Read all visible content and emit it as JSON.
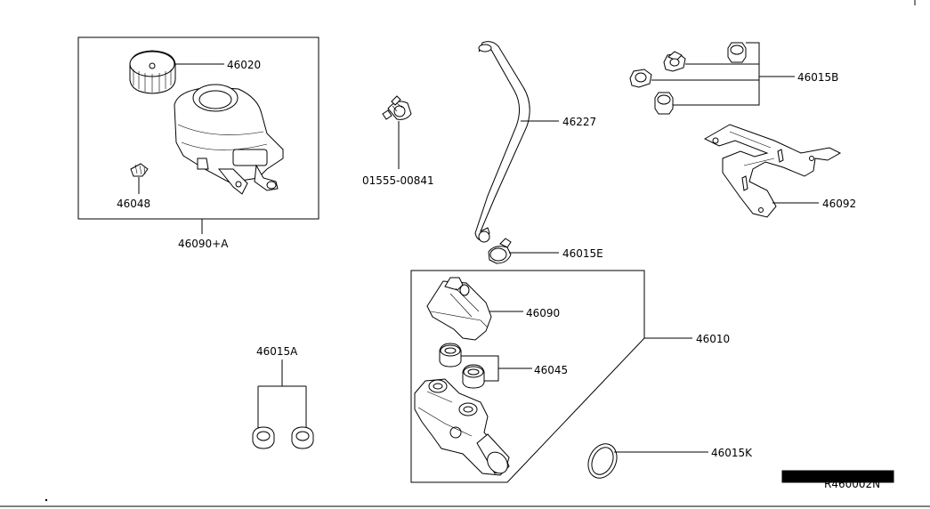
{
  "labels": {
    "cap": "46020",
    "reservoir_assy": "46090+A",
    "sensor": "46048",
    "clip": "01555-00841",
    "hose": "46227",
    "hose_clamp": "46015E",
    "nuts": "46015B",
    "bracket": "46092",
    "master_cyl": "46010",
    "reservoir": "46090",
    "grommets": "46045",
    "seals_a": "46015A",
    "oring": "46015K",
    "diagram_code": "R460002N"
  }
}
